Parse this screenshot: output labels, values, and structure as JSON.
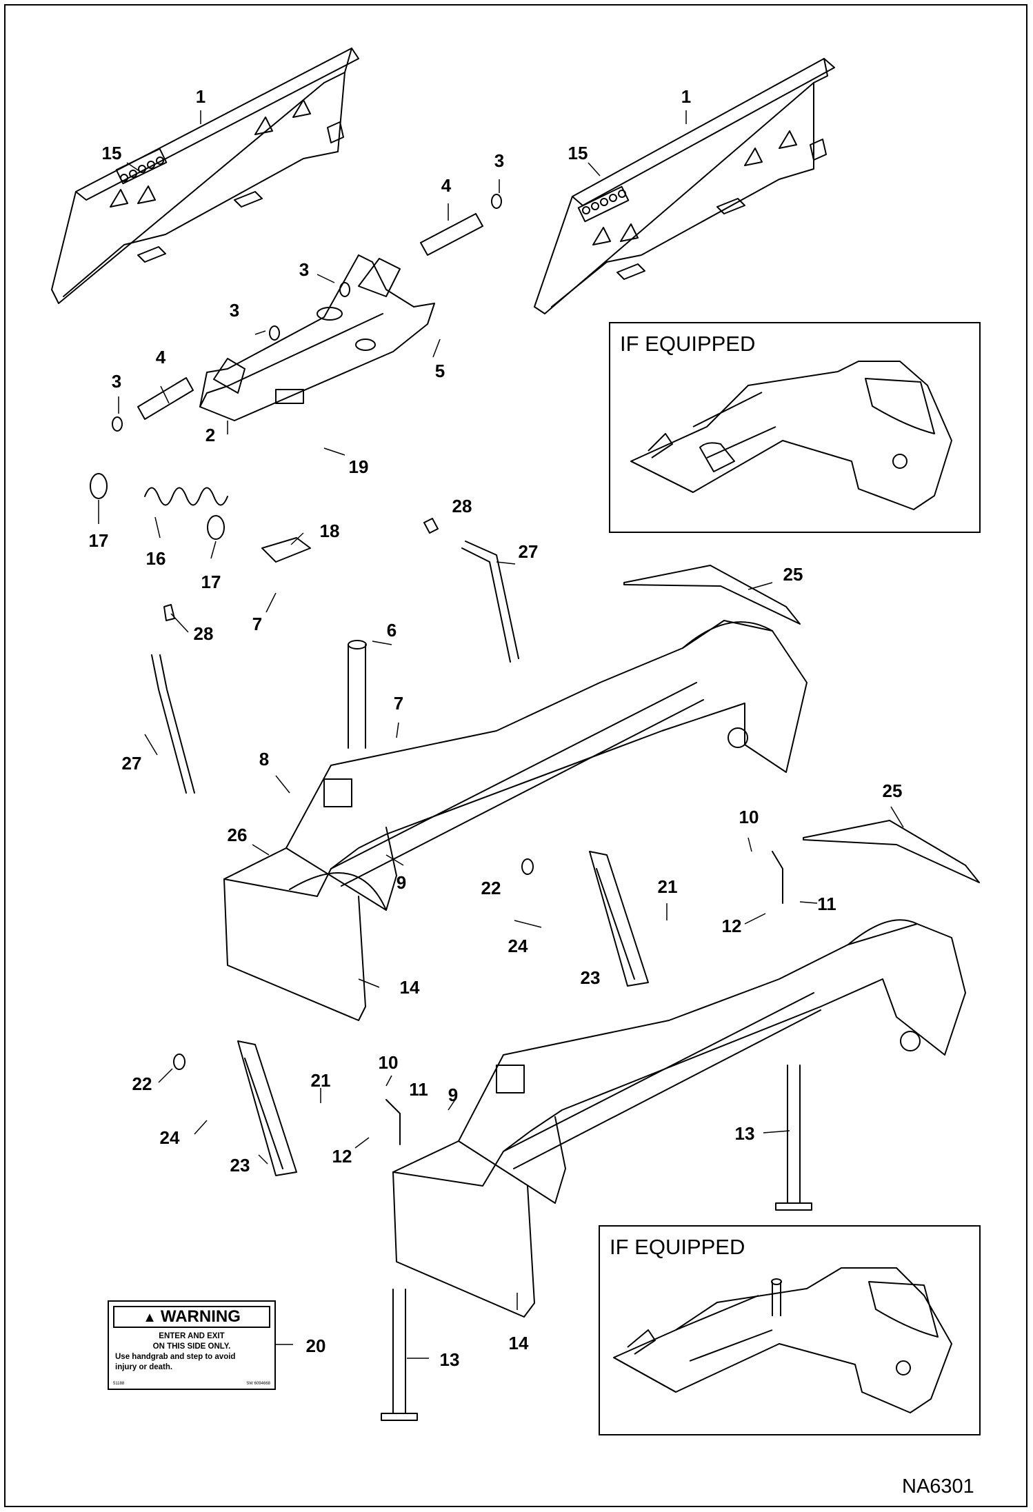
{
  "callouts": [
    "1",
    "15",
    "3",
    "4",
    "3",
    "1",
    "15",
    "3",
    "4",
    "5",
    "3",
    "2",
    "19",
    "17",
    "16",
    "17",
    "18",
    "7",
    "28",
    "27",
    "25",
    "6",
    "28",
    "27",
    "7",
    "8",
    "26",
    "9",
    "22",
    "21",
    "24",
    "23",
    "25",
    "10",
    "11",
    "12",
    "14",
    "22",
    "10",
    "21",
    "11",
    "9",
    "24",
    "12",
    "13",
    "23",
    "20",
    "14",
    "13"
  ],
  "inset_titles": [
    "IF EQUIPPED",
    "IF EQUIPPED"
  ],
  "warning_label": {
    "header": "WARNING",
    "header_icon": "warning-triangle-icon",
    "line1": "ENTER AND EXIT",
    "line2": "ON THIS SIDE ONLY.",
    "line3": "Use handgrab and step to avoid",
    "line4": "injury or death.",
    "code_left": "51188",
    "code_right": "SW 6094668"
  },
  "figure_id": "NA6301"
}
